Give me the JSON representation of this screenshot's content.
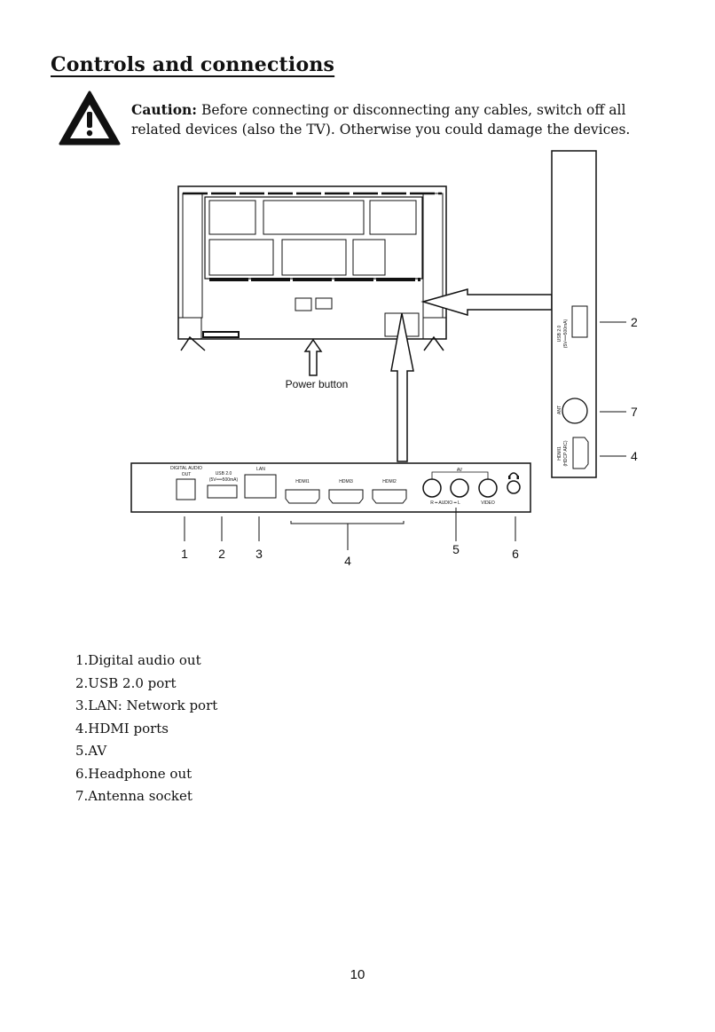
{
  "page": {
    "title": "Controls and connections",
    "page_number": "10"
  },
  "caution": {
    "label": "Caution:",
    "text": "Before connecting or disconnecting any cables, switch off all related devices (also the TV). Otherwise you could damage the devices.",
    "icon": "warning-triangle-icon"
  },
  "diagram": {
    "power_button_label": "Power button",
    "bottom_panel": {
      "labels": {
        "digital_audio": "DIGITAL AUDIO",
        "out": "OUT",
        "usb": "USB 2.0",
        "usb_spec": "(5V══500mA)",
        "lan": "LAN",
        "hdmi_a": "HDMI1",
        "hdmi_b": "HDMI3",
        "hdmi_c": "HDMI2",
        "av": "AV",
        "audio": "R ━ AUDIO ━ L",
        "video": "VIDEO"
      },
      "callouts": [
        "1",
        "2",
        "3",
        "4",
        "5",
        "6"
      ]
    },
    "side_panel": {
      "labels": {
        "usb": "USB 2.0",
        "usb_spec": "(5V══500mA)",
        "ant": "ANT",
        "hdmi": "HDMI1",
        "hdmi_sub": "(HDCP ARC)"
      },
      "callouts": [
        "2",
        "7",
        "4"
      ]
    }
  },
  "legend": [
    "1.Digital audio out",
    "2.USB 2.0 port",
    "3.LAN: Network port",
    "4.HDMI ports",
    "5.AV",
    "6.Headphone out",
    "7.Antenna socket"
  ]
}
